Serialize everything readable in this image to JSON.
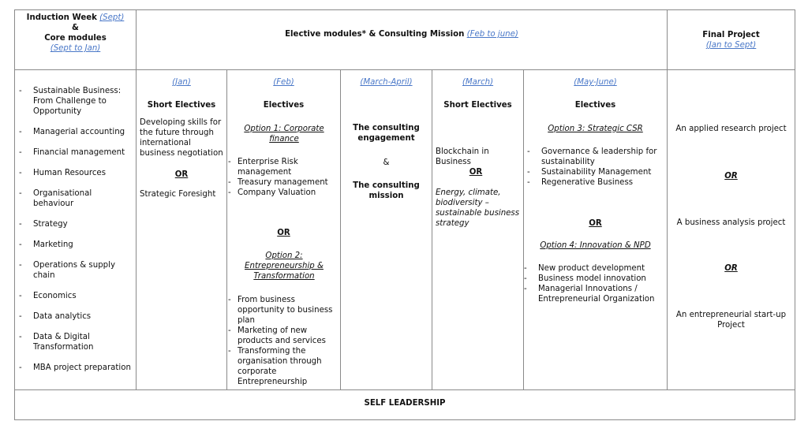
{
  "header": {
    "core": {
      "line1": "Induction Week",
      "sept": "(Sept)",
      "amp": "&",
      "line2": "Core modules",
      "period": "(Sept to Jan)"
    },
    "elective": {
      "title": "Elective modules* & Consulting Mission",
      "period": "(Feb to june)"
    },
    "final": {
      "title": "Final Project",
      "period": "(Jan to Sept)"
    }
  },
  "core_modules": [
    "Sustainable Business: From Challenge to Opportunity",
    "Managerial accounting",
    "Financial management",
    "Human Resources",
    "Organisational behaviour",
    "Strategy",
    "Marketing",
    "Operations & supply chain",
    "Economics",
    "Data analytics",
    "Data & Digital Transformation",
    "MBA project preparation"
  ],
  "jan": {
    "period": "(Jan)",
    "title": "Short Electives",
    "item1": "Developing skills for the future through international business negotiation",
    "or": "OR",
    "item2": "Strategic Foresight"
  },
  "feb": {
    "period": "(Feb)",
    "title": "Electives",
    "option1": "Option 1: Corporate finance",
    "option1_items": [
      "Enterprise Risk management",
      "Treasury management",
      "Company Valuation"
    ],
    "or": "OR",
    "option2": "Option 2: Entrepreneurship & Transformation",
    "option2_items": [
      "From business opportunity to business plan",
      "Marketing of new products and services",
      "Transforming the organisation through corporate Entrepreneurship"
    ]
  },
  "march_april": {
    "period": "(March-April)",
    "line1": "The consulting engagement",
    "amp": "&",
    "line2": "The consulting mission"
  },
  "march": {
    "period": "(March)",
    "title": "Short Electives",
    "item1": "Blockchain in Business",
    "or": "OR",
    "item2": "Energy, climate, biodiversity – sustainable business strategy"
  },
  "may_june": {
    "period": "(May-June)",
    "title": "Electives",
    "option3": "Option 3: Strategic CSR",
    "option3_items": [
      "Governance & leadership for sustainability",
      "Sustainability Management",
      "Regenerative Business"
    ],
    "or": "OR",
    "option4": "Option 4: Innovation & NPD",
    "option4_items": [
      "New product development",
      "Business model innovation",
      "Managerial Innovations / Entrepreneurial Organization"
    ]
  },
  "final": {
    "item1": "An applied research project",
    "or1": "OR",
    "item2": "A business analysis project",
    "or2": "OR",
    "item3": "An entrepreneurial start-up Project"
  },
  "footer": {
    "title": "SELF LEADERSHIP"
  }
}
